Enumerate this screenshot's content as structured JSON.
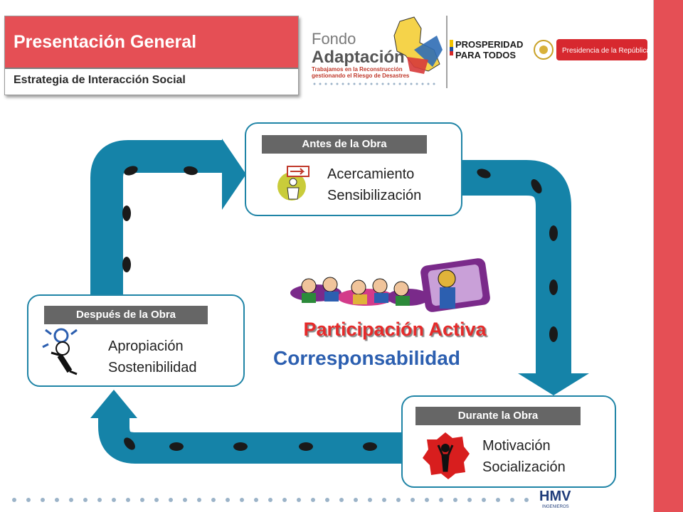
{
  "header": {
    "title": "Presentación General",
    "subtitle": "Estrategia de Interacción Social"
  },
  "logos": {
    "fondo_line1": "Fondo",
    "fondo_line2": "Adaptación",
    "fondo_tagline1": "Trabajamos en la Reconstrucción",
    "fondo_tagline2": "gestionando el Riesgo de Desastres",
    "prosperidad_line1": "PROSPERIDAD",
    "prosperidad_line2": "PARA TODOS",
    "presidencia": "Presidencia de la República",
    "hmv": "HMV",
    "hmv_sub": "INGENIEROS"
  },
  "stages": [
    {
      "tag": "Antes de la Obra",
      "line1": "Acercamiento",
      "line2": "Sensibilización"
    },
    {
      "tag": "Durante la Obra",
      "line1": "Motivación",
      "line2": "Socialización"
    },
    {
      "tag": "Después de la Obra",
      "line1": "Apropiación",
      "line2": "Sostenibilidad"
    }
  ],
  "center": {
    "title": "Participación Activa",
    "subtitle": "Corresponsabilidad"
  },
  "colors": {
    "accent_red": "#e54f55",
    "flow_blue": "#1583a8",
    "tag_gray": "#666666",
    "title_red": "#e62a2a",
    "subtitle_blue": "#2c5fb0"
  }
}
